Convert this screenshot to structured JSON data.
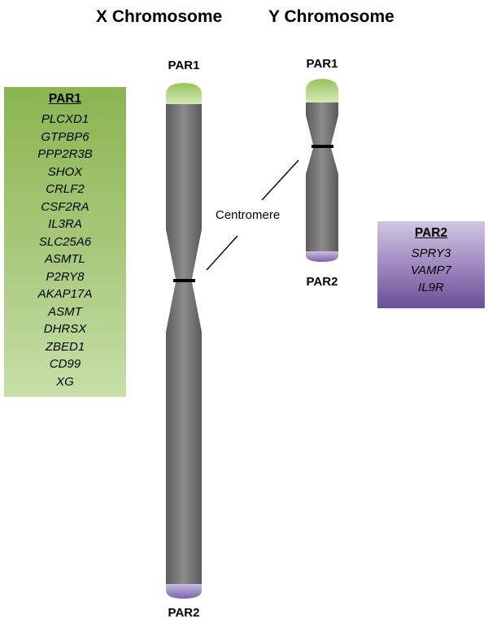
{
  "titles": {
    "x_chromosome": "X Chromosome",
    "y_chromosome": "Y Chromosome"
  },
  "x_chromosome": {
    "top_label": "PAR1",
    "bottom_label": "PAR2"
  },
  "y_chromosome": {
    "top_label": "PAR1",
    "bottom_label": "PAR2"
  },
  "centromere_label": "Centromere",
  "par1_box": {
    "title": "PAR1",
    "genes": [
      "PLCXD1",
      "GTPBP6",
      "PPP2R3B",
      "SHOX",
      "CRLF2",
      "CSF2RA",
      "IL3RA",
      "SLC25A6",
      "ASMTL",
      "P2RY8",
      "AKAP17A",
      "ASMT",
      "DHRSX",
      "ZBED1",
      "CD99",
      "XG"
    ]
  },
  "par2_box": {
    "title": "PAR2",
    "genes": [
      "SPRY3",
      "VAMP7",
      "IL9R"
    ]
  },
  "colors": {
    "par1_region": "#a6cf6a",
    "par2_region": "#8a6fb8",
    "chromosome_body": "#6e6e6e",
    "centromere_band": "#000000"
  }
}
